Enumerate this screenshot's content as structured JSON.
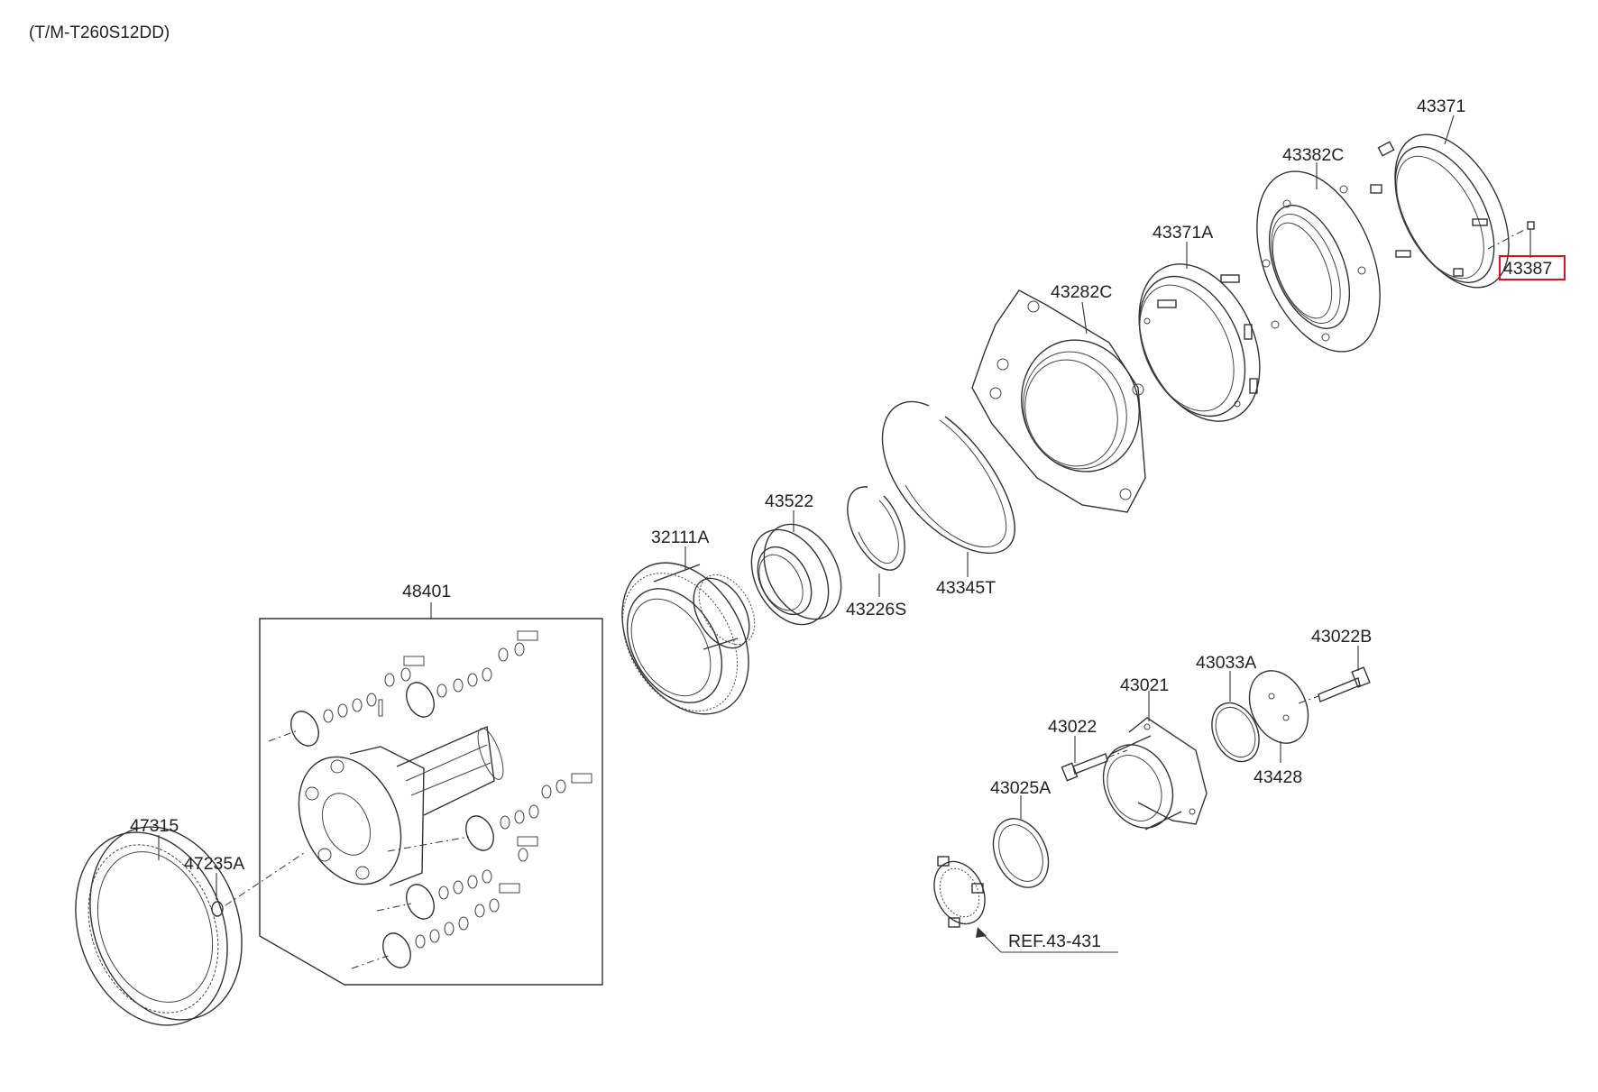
{
  "model_code": "(T/M-T260S12DD)",
  "parts": {
    "p43371": "43371",
    "p43382C": "43382C",
    "p43371A": "43371A",
    "p43282C": "43282C",
    "p43387": "43387",
    "p43522": "43522",
    "p32111A": "32111A",
    "p43226S": "43226S",
    "p43345T": "43345T",
    "p48401": "48401",
    "p43022B": "43022B",
    "p43033A": "43033A",
    "p43021": "43021",
    "p43022": "43022",
    "p43428": "43428",
    "p43025A": "43025A",
    "p47315": "47315",
    "p47235A": "47235A",
    "ref": "REF.43-431"
  },
  "highlighted_part": "43387",
  "highlight_color": "#d0141e"
}
